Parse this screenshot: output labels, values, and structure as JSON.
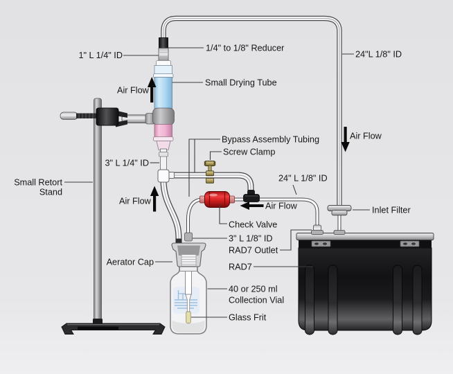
{
  "diagram": {
    "description": "RAD7 radon-in-water aeration setup schematic",
    "labels": {
      "tube_1in_quarter": "1\" L 1/4\" ID",
      "reducer": "1/4\" to 1/8\" Reducer",
      "tube_24in_right": "24\"L 1/8\" ID",
      "drying_tube": "Small Drying Tube",
      "air_flow": "Air Flow",
      "bypass": "Bypass Assembly Tubing",
      "screw_clamp": "Screw Clamp",
      "tube_3in_quarter": "3\" L 1/4\" ID",
      "tube_24in_mid": "24\" L 1/8\" ID",
      "retort_stand_line1": "Small Retort",
      "retort_stand_line2": "Stand",
      "inlet_filter": "Inlet Filter",
      "check_valve": "Check Valve",
      "tube_3in_eighth": "3\" L 1/8\" ID",
      "rad7_outlet": "RAD7 Outlet",
      "rad7": "RAD7",
      "aerator_cap": "Aerator Cap",
      "collection_vial_line1": "40 or 250 ml",
      "collection_vial_line2": "Collection Vial",
      "glass_frit": "Glass Frit"
    },
    "colors": {
      "background": "#e6e6e8",
      "label_text": "#161616",
      "check_valve_red": "#d42020",
      "drying_tube_blue": "#aed8f2",
      "drying_tube_pink": "#f0b4d2",
      "rad7_black": "#161618",
      "brass_clamp": "#b3a364",
      "glass_frit_yellow": "#e6e0a8"
    }
  }
}
